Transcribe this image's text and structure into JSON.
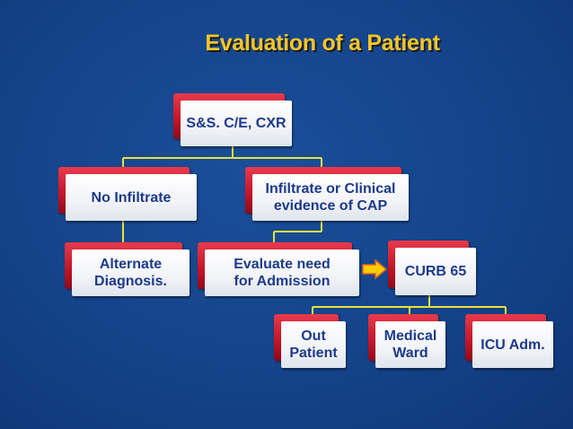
{
  "title": "Evaluation of a Patient",
  "nodes": {
    "root": "S&S. C/E, CXR",
    "no_infiltrate": "No Infiltrate",
    "infiltrate": "Infiltrate or Clinical\nevidence of CAP",
    "alternate": "Alternate\nDiagnosis.",
    "evaluate": "Evaluate need\nfor Admission",
    "curb": "CURB 65",
    "out_patient": "Out\nPatient",
    "medical_ward": "Medical\nWard",
    "icu": "ICU Adm."
  },
  "colors": {
    "background": "#14438a",
    "title": "#f3c62a",
    "box_text": "#1d3a8a",
    "box_back": "#c11428",
    "connector": "#e8e23a",
    "arrow": "#ffcc00"
  }
}
